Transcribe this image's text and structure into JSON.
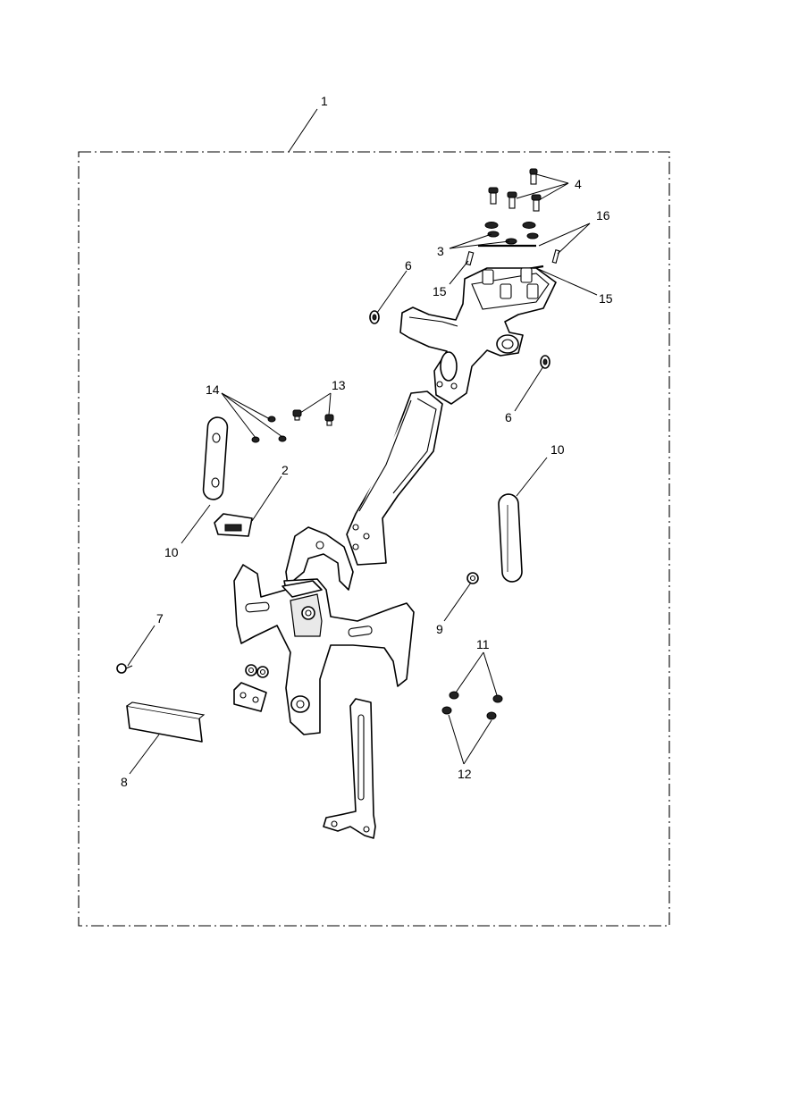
{
  "diagram": {
    "kit_callout": "1",
    "callouts": [
      {
        "id": "c1",
        "text": "1"
      },
      {
        "id": "c2",
        "text": "2"
      },
      {
        "id": "c3",
        "text": "3"
      },
      {
        "id": "c4",
        "text": "4"
      },
      {
        "id": "c6a",
        "text": "6"
      },
      {
        "id": "c6b",
        "text": "6"
      },
      {
        "id": "c7",
        "text": "7"
      },
      {
        "id": "c8",
        "text": "8"
      },
      {
        "id": "c9",
        "text": "9"
      },
      {
        "id": "c10a",
        "text": "10"
      },
      {
        "id": "c10b",
        "text": "10"
      },
      {
        "id": "c11",
        "text": "11"
      },
      {
        "id": "c12",
        "text": "12"
      },
      {
        "id": "c13",
        "text": "13"
      },
      {
        "id": "c14",
        "text": "14"
      },
      {
        "id": "c15a",
        "text": "15"
      },
      {
        "id": "c15b",
        "text": "15"
      },
      {
        "id": "c16",
        "text": "16"
      }
    ]
  }
}
